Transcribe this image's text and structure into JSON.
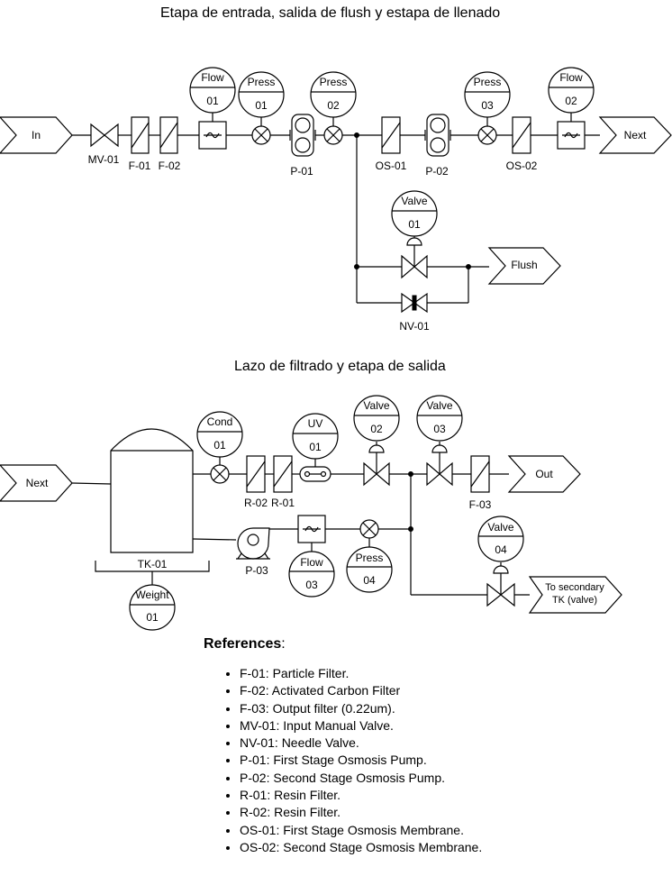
{
  "titles": {
    "stage1": "Etapa de entrada, salida de flush y  estapa de llenado",
    "stage2": "Lazo de filtrado y etapa de salida"
  },
  "connectors": {
    "in": "In",
    "next": "Next",
    "flush": "Flush",
    "next2": "Next",
    "out": "Out",
    "to_secondary_1": "To secondary",
    "to_secondary_2": "TK (valve)"
  },
  "instruments": {
    "flow01": {
      "tag": "Flow",
      "num": "01"
    },
    "press01": {
      "tag": "Press",
      "num": "01"
    },
    "press02": {
      "tag": "Press",
      "num": "02"
    },
    "press03": {
      "tag": "Press",
      "num": "03"
    },
    "flow02": {
      "tag": "Flow",
      "num": "02"
    },
    "valve01": {
      "tag": "Valve",
      "num": "01"
    },
    "cond01": {
      "tag": "Cond",
      "num": "01"
    },
    "uv01": {
      "tag": "UV",
      "num": "01"
    },
    "valve02": {
      "tag": "Valve",
      "num": "02"
    },
    "valve03": {
      "tag": "Valve",
      "num": "03"
    },
    "valve04": {
      "tag": "Valve",
      "num": "04"
    },
    "weight01": {
      "tag": "Weight",
      "num": "01"
    },
    "flow03": {
      "tag": "Flow",
      "num": "03"
    },
    "press04": {
      "tag": "Press",
      "num": "04"
    }
  },
  "labels": {
    "mv01": "MV-01",
    "f01": "F-01",
    "f02": "F-02",
    "p01": "P-01",
    "os01": "OS-01",
    "p02": "P-02",
    "os02": "OS-02",
    "nv01": "NV-01",
    "r02": "R-02",
    "r01": "R-01",
    "f03": "F-03",
    "tk01": "TK-01",
    "p03": "P-03"
  },
  "references": {
    "heading": "References",
    "colon": ":",
    "items": [
      "F-01: Particle Filter.",
      "F-02: Activated Carbon Filter",
      "F-03: Output filter (0.22um).",
      "MV-01: Input Manual Valve.",
      "NV-01: Needle Valve.",
      "P-01: First Stage Osmosis Pump.",
      "P-02: Second Stage Osmosis Pump.",
      "R-01: Resin Filter.",
      "R-02: Resin Filter.",
      "OS-01: First Stage Osmosis Membrane.",
      "OS-02: Second Stage Osmosis Membrane."
    ]
  }
}
